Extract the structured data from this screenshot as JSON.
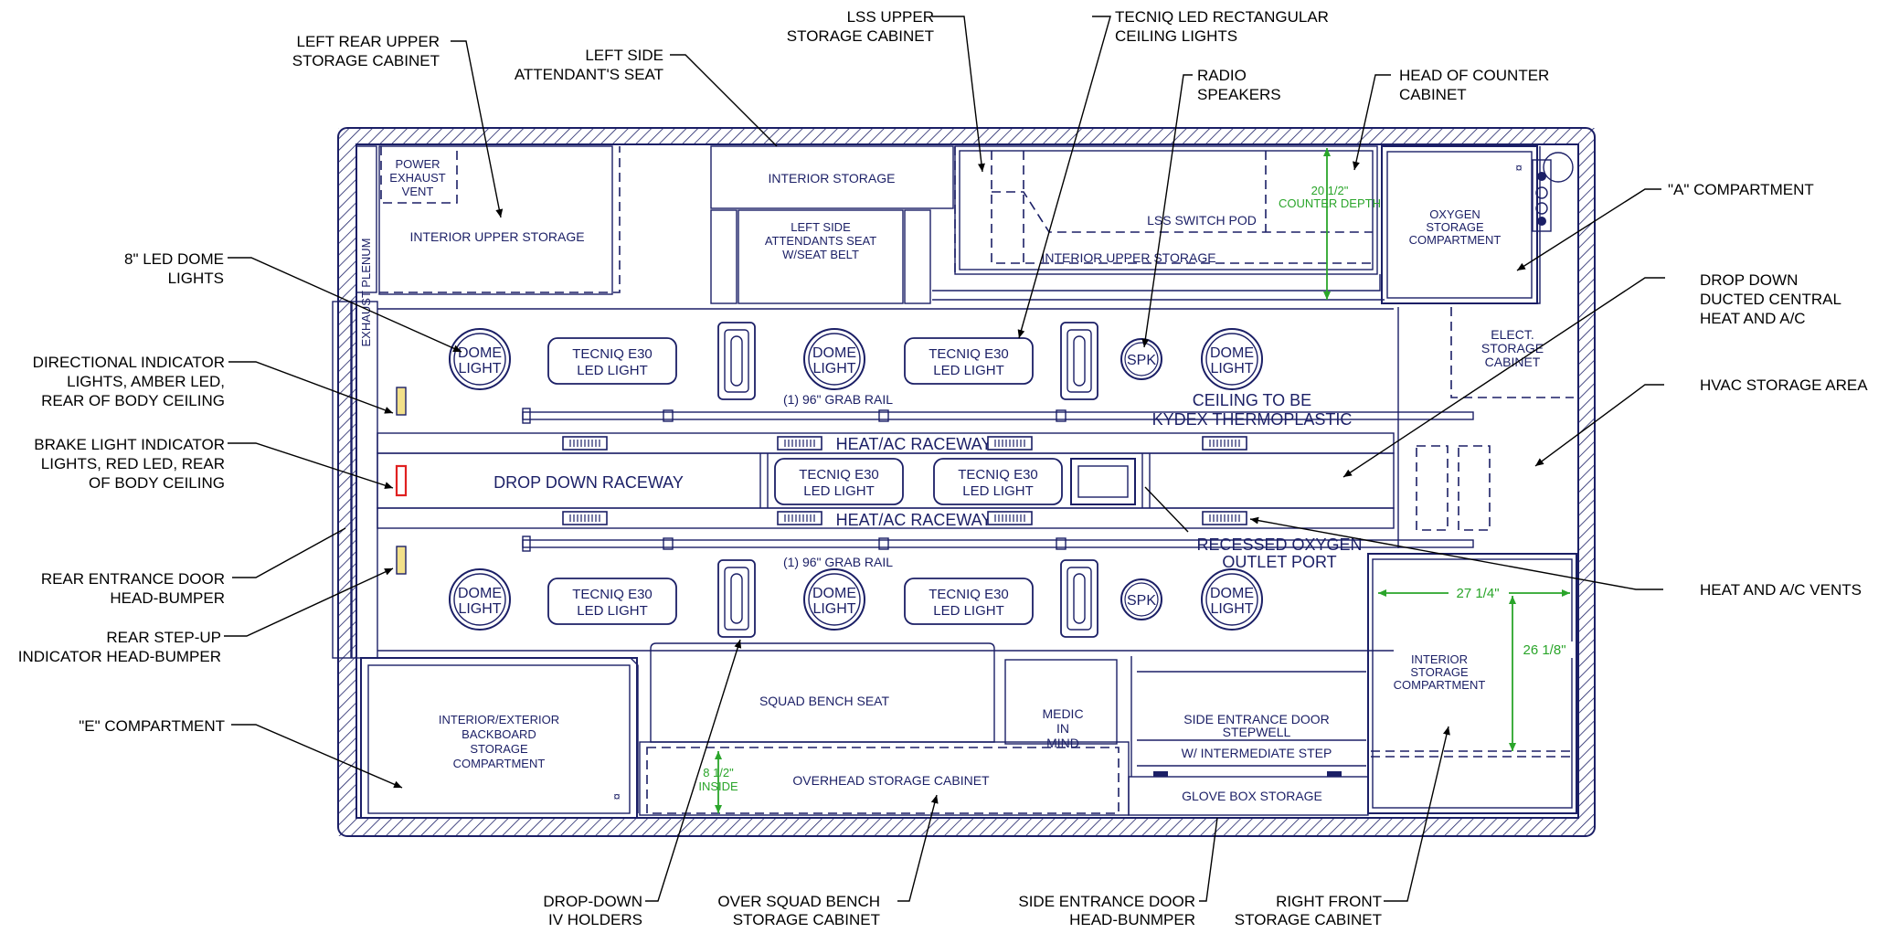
{
  "colors": {
    "ink": "#1b1f66",
    "leader": "#000000",
    "dimension": "#2aa52a",
    "amber": "#f2e08a",
    "red": "#e02020"
  },
  "callouts": {
    "left_rear_upper": [
      "LEFT REAR UPPER",
      "STORAGE CABINET"
    ],
    "left_side_seat": [
      "LEFT SIDE",
      "ATTENDANT'S SEAT"
    ],
    "lss_upper": [
      "LSS UPPER",
      "STORAGE CABINET"
    ],
    "tecniq_ceiling": [
      "TECNIQ LED RECTANGULAR",
      "CEILING LIGHTS"
    ],
    "radio_speakers": [
      "RADIO",
      "SPEAKERS"
    ],
    "head_counter": [
      "HEAD OF COUNTER",
      "CABINET"
    ],
    "a_compartment": [
      "\"A\" COMPARTMENT"
    ],
    "drop_down_hvac": [
      "DROP DOWN",
      "DUCTED CENTRAL",
      "HEAT AND A/C"
    ],
    "hvac_storage": [
      "HVAC STORAGE AREA"
    ],
    "heat_ac_vents": [
      "HEAT AND A/C VENTS"
    ],
    "led_dome": [
      "8\" LED DOME",
      "LIGHTS"
    ],
    "directional": [
      "DIRECTIONAL INDICATOR",
      "LIGHTS, AMBER LED,",
      "REAR OF BODY CEILING"
    ],
    "brake_light": [
      "BRAKE LIGHT INDICATOR",
      "LIGHTS, RED LED, REAR",
      "OF BODY CEILING"
    ],
    "rear_door_bumper": [
      "REAR ENTRANCE DOOR",
      "HEAD-BUMPER"
    ],
    "rear_step": [
      "REAR STEP-UP",
      "INDICATOR HEAD-BUMPER"
    ],
    "e_compartment": [
      "\"E\" COMPARTMENT"
    ],
    "iv_holders": [
      "DROP-DOWN",
      "IV HOLDERS"
    ],
    "over_squad": [
      "OVER SQUAD BENCH",
      "STORAGE CABINET"
    ],
    "side_door_bumper": [
      "SIDE ENTRANCE DOOR",
      "HEAD-BUNMPER"
    ],
    "right_front": [
      "RIGHT FRONT",
      "STORAGE CABINET"
    ]
  },
  "interior": {
    "power_exhaust": [
      "POWER",
      "EXHAUST",
      "VENT"
    ],
    "exhaust_plenum": "EXHAUST PLENUM",
    "interior_upper_storage_left": "INTERIOR UPPER STORAGE",
    "interior_storage_top": "INTERIOR STORAGE",
    "seat_label": [
      "LEFT SIDE",
      "ATTENDANTS SEAT",
      "W/SEAT BELT"
    ],
    "lss_switch_pod": "LSS SWITCH POD",
    "interior_upper_storage_right": "INTERIOR UPPER STORAGE",
    "counter_depth": [
      "20 1/2\"",
      "COUNTER DEPTH"
    ],
    "oxygen_storage": [
      "OXYGEN",
      "STORAGE",
      "COMPARTMENT"
    ],
    "elect_storage": [
      "ELECT.",
      "STORAGE",
      "CABINET"
    ],
    "dome_light": [
      "DOME",
      "LIGHT"
    ],
    "tecniq": [
      "TECNIQ E30",
      "LED LIGHT"
    ],
    "spk": "SPK",
    "grab_rail": "(1) 96\" GRAB RAIL",
    "ceiling_kydex": [
      "CEILING TO BE",
      "KYDEX THERMOPLASTIC"
    ],
    "heat_ac_raceway": "HEAT/AC RACEWAY",
    "drop_down_raceway": "DROP DOWN RACEWAY",
    "recessed_oxygen": [
      "RECESSED OXYGEN",
      "OUTLET PORT"
    ],
    "backboard": [
      "INTERIOR/EXTERIOR",
      "BACKBOARD",
      "STORAGE",
      "COMPARTMENT"
    ],
    "squad_bench": "SQUAD BENCH SEAT",
    "medic": [
      "MEDIC",
      "IN",
      "MIND"
    ],
    "side_entrance": [
      "SIDE ENTRANCE DOOR",
      "STEPWELL"
    ],
    "intermediate_step": "W/ INTERMEDIATE STEP",
    "inside_dim": [
      "8 1/2\"",
      "INSIDE"
    ],
    "overhead_storage": "OVERHEAD STORAGE CABINET",
    "glove_box": "GLOVE BOX STORAGE",
    "dim_width": "27 1/4\"",
    "dim_height": "26 1/8\"",
    "interior_storage_comp": [
      "INTERIOR",
      "STORAGE",
      "COMPARTMENT"
    ]
  }
}
